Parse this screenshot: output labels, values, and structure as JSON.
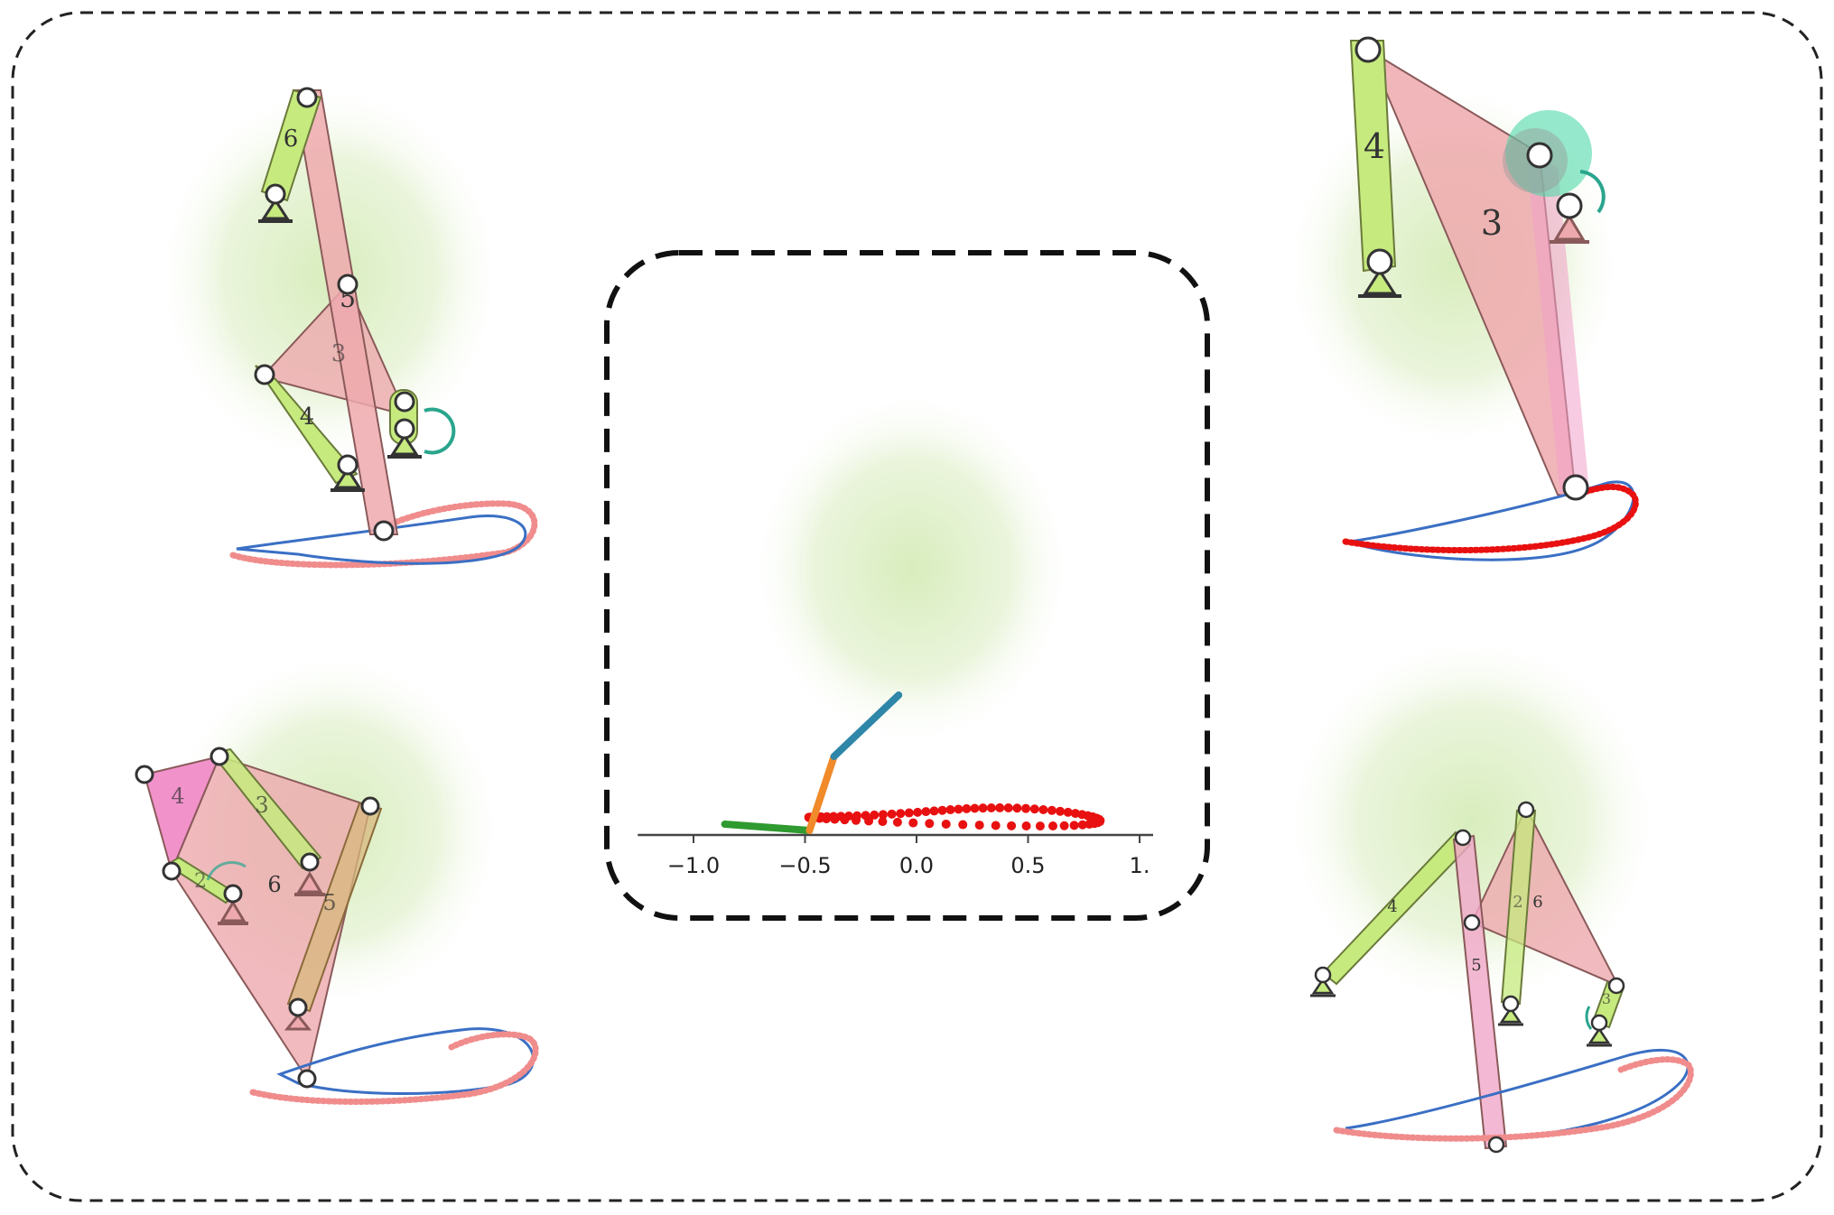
{
  "colors": {
    "link_green": "#c6ea7e",
    "link_pink": "#eea9ae",
    "link_magenta": "#f07fc2",
    "target_curve": "#f08c8c",
    "traced_curve": "#3a6fc4",
    "center_target": "#e81010",
    "ground": "#333333",
    "motor": "#2aa58e",
    "arm_green": "#2f9a2f",
    "arm_orange": "#f08a2a",
    "arm_blue": "#2e86a8",
    "glow": "#dbeec2"
  },
  "icons": [
    "ground-pivot-icon",
    "motor-arrow-icon",
    "joint-icon"
  ],
  "panels": {
    "top_left": {
      "labels": [
        "6",
        "5",
        "3",
        "4"
      ]
    },
    "top_right": {
      "labels": [
        "4",
        "3"
      ]
    },
    "bottom_left": {
      "labels": [
        "4",
        "3",
        "2",
        "6",
        "5"
      ]
    },
    "bottom_right": {
      "labels": [
        "4",
        "2",
        "6",
        "5",
        "3"
      ]
    }
  },
  "center_plot": {
    "chart_data": {
      "type": "line",
      "x_ticks": [
        "−1.0",
        "−0.5",
        "0.0",
        "0.5",
        "1."
      ],
      "x_tick_values": [
        -1.0,
        -0.5,
        0.0,
        0.5,
        1.0
      ],
      "xlim": [
        -1.25,
        1.0
      ],
      "arm_segments": [
        {
          "name": "",
          "color": "arm_green",
          "points": [
            [
              -0.86,
              0.12
            ],
            [
              -0.48,
              0.05
            ]
          ]
        },
        {
          "name": "",
          "color": "arm_orange",
          "points": [
            [
              -0.48,
              0.05
            ],
            [
              -0.37,
              0.87
            ]
          ]
        },
        {
          "name": "",
          "color": "arm_blue",
          "points": [
            [
              -0.37,
              0.87
            ],
            [
              -0.08,
              1.55
            ]
          ]
        }
      ]
    }
  }
}
